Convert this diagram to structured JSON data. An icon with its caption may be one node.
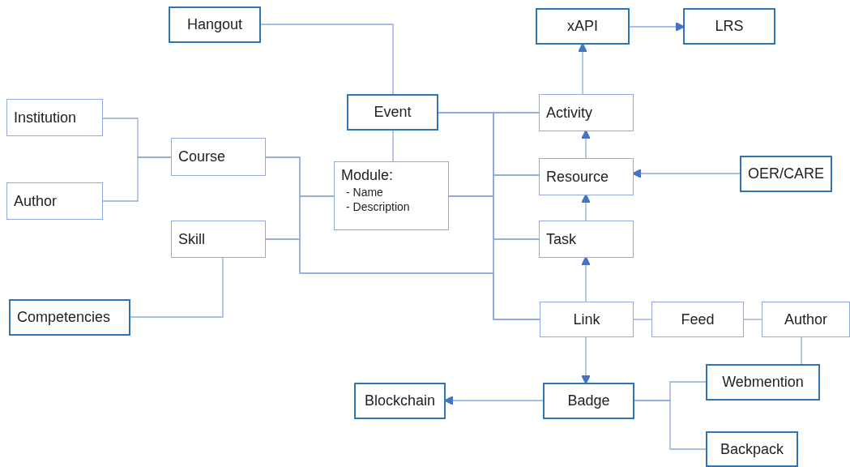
{
  "diagram": {
    "nodes": [
      {
        "text": [
          "Hangout"
        ]
      },
      {
        "text": [
          "xAPI"
        ]
      },
      {
        "text": [
          "LRS"
        ]
      },
      {
        "text": [
          "Institution"
        ]
      },
      {
        "text": [
          "Event"
        ]
      },
      {
        "text": [
          "Activity"
        ]
      },
      {
        "text": [
          "Course"
        ]
      },
      {
        "text": [
          "Module:",
          "- Name",
          "- Description"
        ]
      },
      {
        "text": [
          "Resource"
        ]
      },
      {
        "text": [
          "OER/CARE"
        ]
      },
      {
        "text": [
          "Author"
        ]
      },
      {
        "text": [
          "Skill"
        ]
      },
      {
        "text": [
          "Task"
        ]
      },
      {
        "text": [
          "Competencies"
        ]
      },
      {
        "text": [
          "Link"
        ]
      },
      {
        "text": [
          "Feed"
        ]
      },
      {
        "text": [
          "Author"
        ]
      },
      {
        "text": [
          "Webmention"
        ]
      },
      {
        "text": [
          "Blockchain"
        ]
      },
      {
        "text": [
          "Badge"
        ]
      },
      {
        "text": [
          "Backpack"
        ]
      }
    ],
    "edges": [
      {
        "from": 0,
        "to": 4,
        "arrow": "none"
      },
      {
        "from": 1,
        "to": 2,
        "arrow": "to"
      },
      {
        "from": 5,
        "to": 1,
        "arrow": "to"
      },
      {
        "from": 8,
        "to": 5,
        "arrow": "to"
      },
      {
        "from": 12,
        "to": 8,
        "arrow": "to"
      },
      {
        "from": 14,
        "to": 12,
        "arrow": "to"
      },
      {
        "from": 9,
        "to": 8,
        "arrow": "to"
      },
      {
        "from": 3,
        "to": 6,
        "arrow": "none"
      },
      {
        "from": 10,
        "to": 6,
        "arrow": "none"
      },
      {
        "from": 6,
        "to": 7,
        "arrow": "none"
      },
      {
        "from": 11,
        "to": 7,
        "arrow": "none"
      },
      {
        "from": 13,
        "to": 11,
        "arrow": "none"
      },
      {
        "from": 4,
        "to": 7,
        "arrow": "none"
      },
      {
        "from": 4,
        "to": 5,
        "arrow": "none"
      },
      {
        "from": 4,
        "to": 8,
        "arrow": "none"
      },
      {
        "from": 4,
        "to": 12,
        "arrow": "none"
      },
      {
        "from": 4,
        "to": 14,
        "arrow": "none"
      },
      {
        "from": 7,
        "to": 5,
        "arrow": "none"
      },
      {
        "from": 7,
        "to": 8,
        "arrow": "none"
      },
      {
        "from": 7,
        "to": 12,
        "arrow": "none"
      },
      {
        "from": 7,
        "to": 14,
        "arrow": "none"
      },
      {
        "from": 6,
        "to": 14,
        "arrow": "none"
      },
      {
        "from": 11,
        "to": 14,
        "arrow": "none"
      },
      {
        "from": 14,
        "to": 15,
        "arrow": "none"
      },
      {
        "from": 15,
        "to": 16,
        "arrow": "none"
      },
      {
        "from": 16,
        "to": 17,
        "arrow": "none"
      },
      {
        "from": 14,
        "to": 19,
        "arrow": "to"
      },
      {
        "from": 19,
        "to": 18,
        "arrow": "to"
      },
      {
        "from": 19,
        "to": 17,
        "arrow": "none"
      },
      {
        "from": 19,
        "to": 20,
        "arrow": "none"
      }
    ]
  }
}
